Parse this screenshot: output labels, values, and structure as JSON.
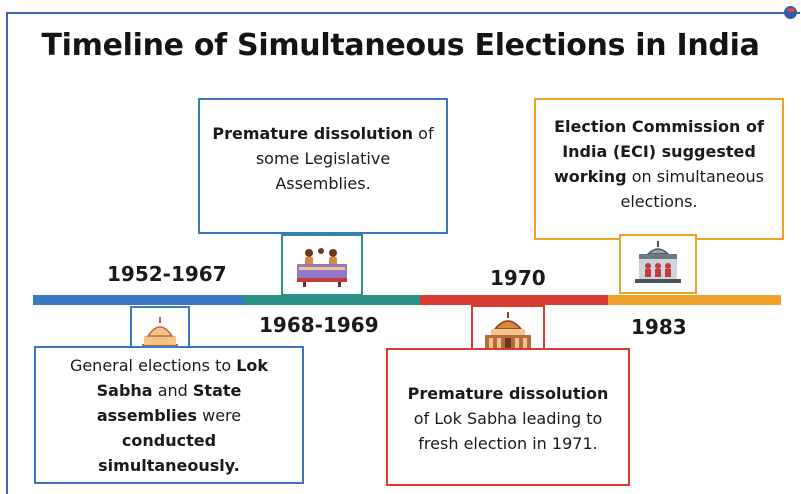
{
  "title": "Timeline of Simultaneous Elections in India",
  "colors": {
    "blue": "#3a78c2",
    "teal": "#2c9187",
    "red": "#d83a2f",
    "orange": "#f0a12a"
  },
  "events": [
    {
      "year": "1952-1967",
      "icon": "parliament-building-icon",
      "parts": [
        "General elections to ",
        "Lok Sabha",
        " and ",
        "State assemblies",
        " were ",
        "conducted simultaneously."
      ]
    },
    {
      "year": "1968-1969",
      "icon": "assembly-session-icon",
      "parts": [
        "Premature dissolution",
        " of some Legislative Assemblies."
      ]
    },
    {
      "year": "1970",
      "icon": "government-building-icon",
      "parts": [
        "Premature dissolution",
        " of Lok Sabha leading to fresh election in 1971."
      ]
    },
    {
      "year": "1983",
      "icon": "election-commission-icon",
      "parts": [
        "Election Commission of India (ECI) suggested working",
        " on simultaneous elections."
      ]
    }
  ]
}
